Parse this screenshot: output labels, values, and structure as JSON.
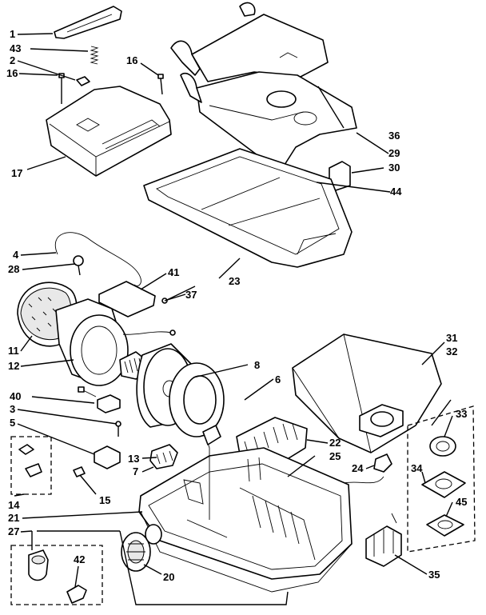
{
  "callouts": [
    {
      "id": "c1",
      "text": "1"
    },
    {
      "id": "c43",
      "text": "43"
    },
    {
      "id": "c2",
      "text": "2"
    },
    {
      "id": "c16a",
      "text": "16"
    },
    {
      "id": "c16b",
      "text": "16"
    },
    {
      "id": "c17",
      "text": "17"
    },
    {
      "id": "c36",
      "text": "36"
    },
    {
      "id": "c29",
      "text": "29"
    },
    {
      "id": "c30",
      "text": "30"
    },
    {
      "id": "c44",
      "text": "44"
    },
    {
      "id": "c4",
      "text": "4"
    },
    {
      "id": "c28",
      "text": "28"
    },
    {
      "id": "c41",
      "text": "41"
    },
    {
      "id": "c37",
      "text": "37"
    },
    {
      "id": "c23",
      "text": "23"
    },
    {
      "id": "c11",
      "text": "11"
    },
    {
      "id": "c12",
      "text": "12"
    },
    {
      "id": "c40",
      "text": "40"
    },
    {
      "id": "c3",
      "text": "3"
    },
    {
      "id": "c5",
      "text": "5"
    },
    {
      "id": "c8",
      "text": "8"
    },
    {
      "id": "c6",
      "text": "6"
    },
    {
      "id": "c31",
      "text": "31"
    },
    {
      "id": "c32",
      "text": "32"
    },
    {
      "id": "c33",
      "text": "33"
    },
    {
      "id": "c22",
      "text": "22"
    },
    {
      "id": "c25",
      "text": "25"
    },
    {
      "id": "c24",
      "text": "24"
    },
    {
      "id": "c34",
      "text": "34"
    },
    {
      "id": "c45",
      "text": "45"
    },
    {
      "id": "c13",
      "text": "13"
    },
    {
      "id": "c7",
      "text": "7"
    },
    {
      "id": "c14",
      "text": "14"
    },
    {
      "id": "c15",
      "text": "15"
    },
    {
      "id": "c21",
      "text": "21"
    },
    {
      "id": "c27",
      "text": "27"
    },
    {
      "id": "c42",
      "text": "42"
    },
    {
      "id": "c20",
      "text": "20"
    },
    {
      "id": "c35",
      "text": "35"
    }
  ]
}
